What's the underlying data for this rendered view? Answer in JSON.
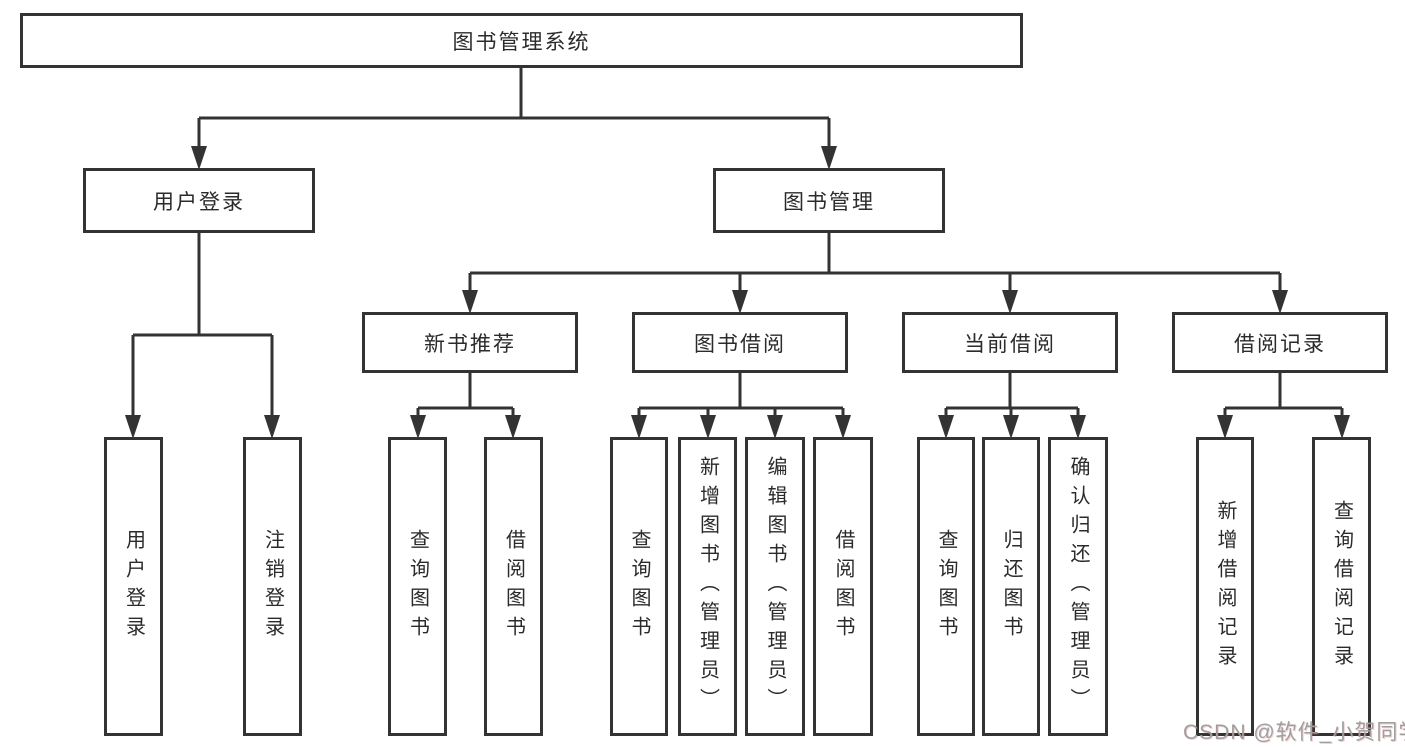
{
  "diagram": {
    "root": "图书管理系统",
    "level2": [
      "用户登录",
      "图书管理"
    ],
    "level3": [
      "新书推荐",
      "图书借阅",
      "当前借阅",
      "借阅记录"
    ],
    "leaves_user_login": [
      "用户登录",
      "注销登录"
    ],
    "leaves_new_book": [
      "查询图书",
      "借阅图书"
    ],
    "leaves_book_borrow": [
      "查询图书",
      "新增图书（管理员）",
      "编辑图书（管理员）",
      "借阅图书"
    ],
    "leaves_current_borrow": [
      "查询图书",
      "归还图书",
      "确认归还（管理员）"
    ],
    "leaves_borrow_records": [
      "新增借阅记录",
      "查询借阅记录"
    ],
    "colors": {
      "line": "#333333",
      "box_border": "#333333",
      "text": "#2b2b2b",
      "watermark": "#9f9f9f"
    }
  },
  "watermark": "CSDN @软件_小贺同学"
}
